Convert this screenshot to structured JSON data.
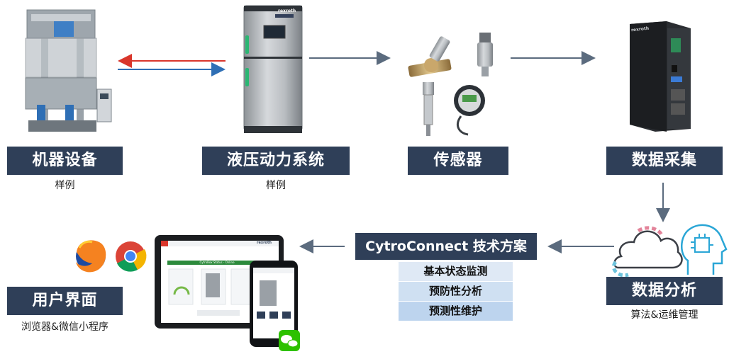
{
  "nodes": {
    "machine": {
      "title": "机器设备",
      "sub": "样例"
    },
    "hydraulic": {
      "title": "液压动力系统",
      "sub": "样例"
    },
    "sensor": {
      "title": "传感器"
    },
    "acquisition": {
      "title": "数据采集"
    },
    "analysis": {
      "title": "数据分析",
      "sub": "算法&运维管理"
    },
    "ui": {
      "title": "用户界面",
      "sub": "浏览器&微信小程序"
    }
  },
  "solution": {
    "title": "CytroConnect 技术方案",
    "features": [
      "基本状态监测",
      "预防性分析",
      "预测性维护"
    ]
  },
  "device_labels": {
    "brand": "rexroth",
    "tablet_header": "CytroBox Status - Online"
  },
  "colors": {
    "label_bg": "#2f3f58",
    "arrow": "#5b6b7e",
    "arrow_red": "#d9362b",
    "arrow_blue": "#2f6fb5",
    "feature_bg_1": "#dfe9f5",
    "feature_bg_2": "#cfe0f2",
    "feature_bg_3": "#bdd4ee"
  },
  "icons": [
    "firefox-icon",
    "chrome-icon",
    "wechat-icon",
    "cloud-icon",
    "ai-head-icon"
  ]
}
